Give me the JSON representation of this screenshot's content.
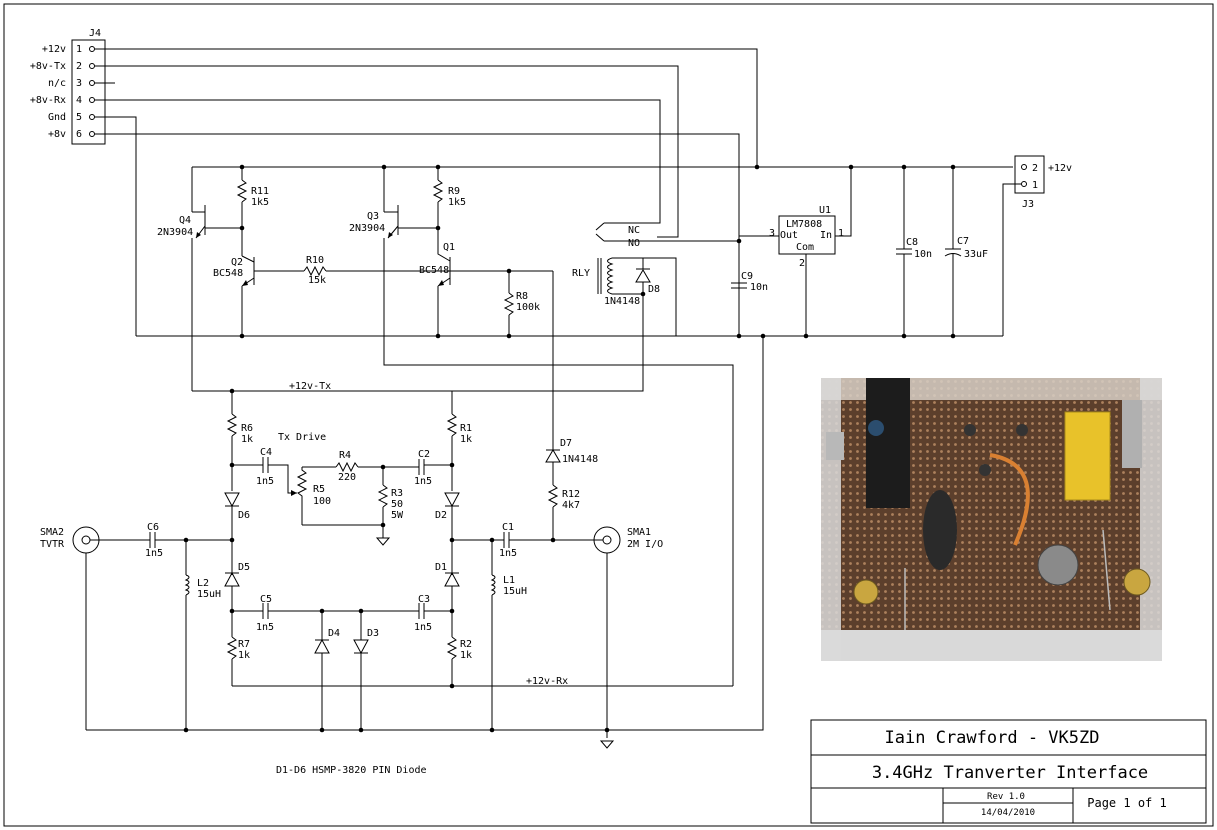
{
  "connectors": {
    "j4": {
      "ref": "J4",
      "pins": [
        {
          "num": "1",
          "label": "+12v"
        },
        {
          "num": "2",
          "label": "+8v-Tx"
        },
        {
          "num": "3",
          "label": "n/c"
        },
        {
          "num": "4",
          "label": "+8v-Rx"
        },
        {
          "num": "5",
          "label": "Gnd"
        },
        {
          "num": "6",
          "label": "+8v"
        }
      ]
    },
    "j3": {
      "ref": "J3",
      "pin2": "2",
      "pin1": "1",
      "label": "+12v"
    },
    "sma1": {
      "ref": "SMA1",
      "label": "2M I/O"
    },
    "sma2": {
      "ref": "SMA2",
      "label": "TVTR"
    }
  },
  "components": {
    "r11": {
      "ref": "R11",
      "value": "1k5"
    },
    "r9": {
      "ref": "R9",
      "value": "1k5"
    },
    "q4": {
      "ref": "Q4",
      "value": "2N3904"
    },
    "q3": {
      "ref": "Q3",
      "value": "2N3904"
    },
    "q2": {
      "ref": "Q2",
      "value": "BC548"
    },
    "q1": {
      "ref": "Q1",
      "value": "BC548"
    },
    "r10": {
      "ref": "R10",
      "value": "15k"
    },
    "r8": {
      "ref": "R8",
      "value": "100k"
    },
    "rly": {
      "ref": "RLY",
      "nc": "NC",
      "no": "NO"
    },
    "d8": {
      "ref": "D8",
      "value": "1N4148"
    },
    "c9": {
      "ref": "C9",
      "value": "10n"
    },
    "u1": {
      "ref": "U1",
      "value": "LM7808",
      "out": "Out",
      "in": "In",
      "com": "Com",
      "pin3": "3",
      "pin1": "1",
      "pin2": "2"
    },
    "c8": {
      "ref": "C8",
      "value": "10n"
    },
    "c7": {
      "ref": "C7",
      "value": "33uF"
    },
    "r6": {
      "ref": "R6",
      "value": "1k"
    },
    "r1": {
      "ref": "R1",
      "value": "1k"
    },
    "c4": {
      "ref": "C4",
      "value": "1n5"
    },
    "r4": {
      "ref": "R4",
      "value": "220"
    },
    "c2": {
      "ref": "C2",
      "value": "1n5"
    },
    "r5": {
      "ref": "R5",
      "value": "100"
    },
    "r3": {
      "ref": "R3",
      "value": "50",
      "value2": "5W"
    },
    "d7": {
      "ref": "D7",
      "value": "1N4148"
    },
    "r12": {
      "ref": "R12",
      "value": "4k7"
    },
    "d6": {
      "ref": "D6"
    },
    "d2": {
      "ref": "D2"
    },
    "c6": {
      "ref": "C6",
      "value": "1n5"
    },
    "c1": {
      "ref": "C1",
      "value": "1n5"
    },
    "l2": {
      "ref": "L2",
      "value": "15uH"
    },
    "l1": {
      "ref": "L1",
      "value": "15uH"
    },
    "d5": {
      "ref": "D5"
    },
    "d1": {
      "ref": "D1"
    },
    "c5": {
      "ref": "C5",
      "value": "1n5"
    },
    "c3": {
      "ref": "C3",
      "value": "1n5"
    },
    "d4": {
      "ref": "D4"
    },
    "d3": {
      "ref": "D3"
    },
    "r7": {
      "ref": "R7",
      "value": "1k"
    },
    "r2": {
      "ref": "R2",
      "value": "1k"
    }
  },
  "nets": {
    "tx": "+12v-Tx",
    "rx": "+12v-Rx",
    "txdrive": "Tx Drive"
  },
  "note": "D1-D6 HSMP-3820 PIN Diode",
  "title_block": {
    "author": "Iain Crawford - VK5ZD",
    "title": "3.4GHz Tranverter Interface",
    "rev": "Rev 1.0",
    "date": "14/04/2010",
    "page": "Page 1 of 1"
  },
  "photo": {
    "colors": {
      "board": "#5a3d2a",
      "relay": "#e8c22a",
      "frame": "#d9d9d9"
    }
  }
}
